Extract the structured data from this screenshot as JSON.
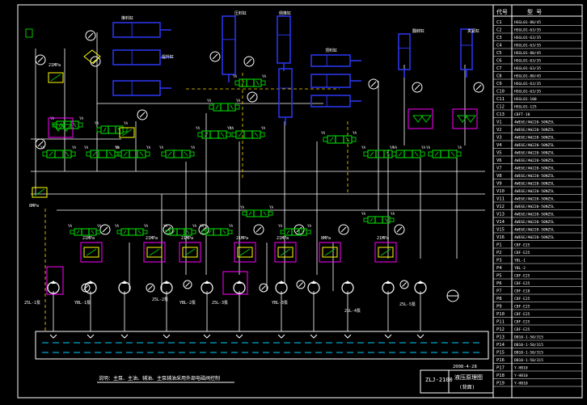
{
  "drawing": {
    "date": "2008-4-28",
    "title_block": {
      "model": "ZLJ-2100",
      "name": "液压原理图",
      "sub": "(背面)"
    },
    "bottom_note": "说明：主泵、主油、辅油、主泵辅油采用外部电磁阀控制",
    "pressure_labels": [
      "21MPa",
      "21MPa",
      "21MPa",
      "21MPa",
      "21MPa",
      "21MPa",
      "8MPa",
      "21MPa"
    ],
    "pump_labels": [
      "25L-1泵",
      "YBL-1泵",
      "25L-2泵",
      "YBL-2泵",
      "25L-3泵",
      "YBL-3泵",
      "25L-4泵",
      "25L-5泵"
    ],
    "cylinder_labels": [
      "推料缸",
      "提升缸",
      "压料缸",
      "侧推缸",
      "顶料缸",
      "翻转缸",
      "夹紧缸"
    ],
    "valve_tag": "YA"
  },
  "table": {
    "headers": [
      "代号",
      "型 号"
    ],
    "codes": [
      "C1",
      "C2",
      "C3",
      "C4",
      "C5",
      "C6",
      "C7",
      "C8",
      "C9",
      "C10",
      "C11",
      "C12",
      "C13",
      "V1",
      "V2",
      "V3",
      "V4",
      "V5",
      "V6",
      "V7",
      "V8",
      "V9",
      "V10",
      "V11",
      "V12",
      "V13",
      "V14",
      "V15",
      "V16",
      "P1",
      "P2",
      "P3",
      "P4",
      "P5",
      "P6",
      "P7",
      "P8",
      "P9",
      "P10",
      "P11",
      "P12",
      "P13",
      "P14",
      "P15",
      "P16",
      "P17",
      "P18",
      "P19"
    ],
    "models": [
      "HSGL01-80/45",
      "HSGL01-63/35",
      "HSGL01-63/35",
      "HSGL01-63/35",
      "HSGL01-80/45",
      "HSGL01-63/35",
      "HSGL01-63/35",
      "HSGL01-80/45",
      "HSGL01-63/35",
      "HSGL01-63/35",
      "HSGL01-100",
      "HSGL01-125",
      "CBFT-10",
      "4WE6E/AW220-50NZ5L",
      "4WE6E/AW220-50NZ5L",
      "4WE6E/AW220-50NZ5L",
      "4WE6E/AW220-50NZ5L",
      "4WE6E/AW220-50NZ5L",
      "4WE6E/AW220-50NZ5L",
      "4WE6E/AW220-50NZ5L",
      "4WE6E/AW220-50NZ5L",
      "4WE6E/AW220-50NZ5L",
      "4WE6E/AW220-50NZ5L",
      "4WE6E/AW220-50NZ5L",
      "4WE6E/AW220-50NZ5L",
      "4WE6E/AW220-50NZ5L",
      "4WE6E/AW220-50NZ5L",
      "4WE6E/AW220-50NZ5L",
      "4WE6E/AW220-50NZ5L",
      "CBF-E25",
      "CBF-E25",
      "YBL-1",
      "YBL-2",
      "CBF-E25",
      "CBF-E25",
      "CBF-E10",
      "CBF-E25",
      "CBF-E25",
      "CBF-E25",
      "CBF-E25",
      "CBF-E25",
      "DB10-1-50/315",
      "DB10-1-50/315",
      "DB10-1-50/315",
      "DB10-1-50/315",
      "Y-HB10",
      "Y-HB10",
      "Y-HB10"
    ]
  },
  "colors": {
    "background": "#000000",
    "line": "#ffffff",
    "cylinder": "#2b35e8",
    "valve": "#00c800",
    "frame": "#ff00ff",
    "relief": "#ffff00",
    "pilot": "#ffd400",
    "tank": "#00d0ff",
    "label": "#ffffff"
  },
  "icons": {
    "pump": "pump-icon",
    "gauge": "pressure-gauge-icon",
    "relief": "relief-valve-icon",
    "cylinder": "hydraulic-cylinder-icon",
    "valve": "directional-valve-icon",
    "motor": "motor-icon",
    "filter": "filter-icon"
  }
}
